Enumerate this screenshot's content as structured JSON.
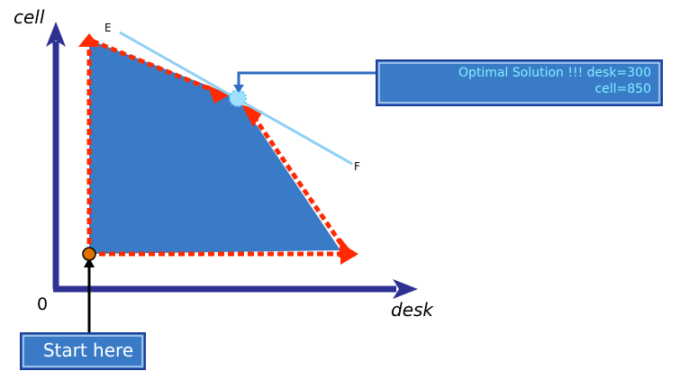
{
  "axes": {
    "y_label": "cell",
    "x_label": "desk",
    "origin_label": "0"
  },
  "line_points": {
    "start_label": "E",
    "end_label": "F"
  },
  "callout": {
    "line1": "Optimal Solution !!! desk=300",
    "line2": "cell=850"
  },
  "start_box": {
    "label": "Start here"
  },
  "colors": {
    "axis": "#2e3192",
    "region": "#3a7bc8",
    "path": "#ff2a00",
    "objective_line": "#8fd0f5",
    "box_fill": "#3a7bc8",
    "box_border": "#1f3f99",
    "callout_text": "#7ff0ff",
    "start_text": "#ffffff",
    "start_point": "#e07000",
    "optimal_point": "#9fe0ff"
  }
}
